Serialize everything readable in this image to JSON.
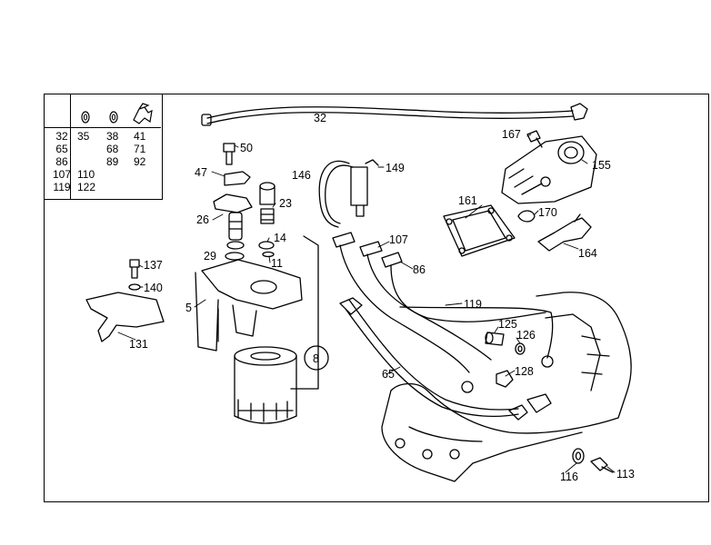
{
  "legend": {
    "col1": [
      "32",
      "65",
      "86",
      "107",
      "119"
    ],
    "col2_a": [
      "35",
      "110",
      "122"
    ],
    "col3": [
      "38",
      "68",
      "89"
    ],
    "col4": [
      "41",
      "71",
      "92"
    ]
  },
  "callouts": {
    "c5": "5",
    "c8": "8",
    "c11": "11",
    "c14": "14",
    "c23": "23",
    "c26": "26",
    "c29": "29",
    "c32": "32",
    "c47": "47",
    "c50": "50",
    "c65": "65",
    "c86": "86",
    "c107": "107",
    "c113": "113",
    "c116": "116",
    "c119": "119",
    "c125": "125",
    "c126": "126",
    "c128": "128",
    "c131": "131",
    "c137": "137",
    "c140": "140",
    "c146": "146",
    "c149": "149",
    "c155": "155",
    "c161": "161",
    "c164": "164",
    "c167": "167",
    "c170": "170"
  }
}
